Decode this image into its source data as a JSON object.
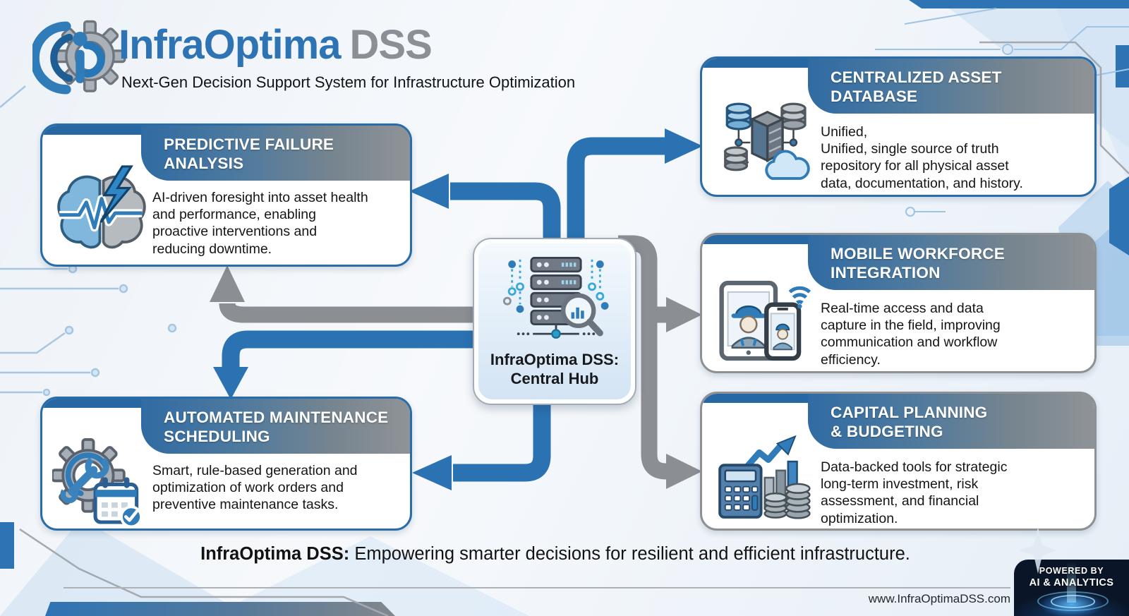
{
  "header": {
    "brand": "InfraOptima",
    "brand_suffix": "DSS",
    "subtitle": "Next-Gen Decision Support System for Infrastructure Optimization",
    "logo": "infraoptima-gear-logo"
  },
  "hub": {
    "icon": "server-analytics-icon",
    "label": "InfraOptima DSS:\nCentral Hub"
  },
  "features": [
    {
      "id": "predictive-failure-analysis",
      "icon": "brain-lightning-icon",
      "accent": "blue",
      "title": "PREDICTIVE FAILURE\nANALYSIS",
      "body": "AI-driven foresight into asset health\nand performance, enabling\nproactive interventions and\nreducing downtime."
    },
    {
      "id": "centralized-asset-database",
      "icon": "asset-database-icon",
      "accent": "blue",
      "title": "CENTRALIZED ASSET\nDATABASE",
      "body": "Unified,\nUnified, single source of truth\nrepository for all physical asset\ndata, documentation, and history."
    },
    {
      "id": "mobile-workforce-integration",
      "icon": "mobile-devices-icon",
      "accent": "gray",
      "title": "MOBILE WORKFORCE\nINTEGRATION",
      "body": "Real-time access and data\ncapture in the field, improving\ncommunication and workflow\nefficiency."
    },
    {
      "id": "capital-planning-budgeting",
      "icon": "finance-chart-icon",
      "accent": "gray",
      "title": "CAPITAL PLANNING\n& BUDGETING",
      "body": "Data-backed tools for strategic\nlong-term investment, risk\nassessment, and financial\noptimization."
    },
    {
      "id": "automated-maintenance-scheduling",
      "icon": "gear-calendar-icon",
      "accent": "blue",
      "title": "AUTOMATED MAINTENANCE\nSCHEDULING",
      "body": "Smart, rule-based generation and\noptimization of work orders and\npreventive maintenance tasks."
    }
  ],
  "footer": {
    "tagline_brand": "InfraOptima DSS:",
    "tagline_text": "Empowering smarter decisions for resilient and efficient infrastructure.",
    "website": "www.InfraOptimaDSS.com"
  },
  "badge": {
    "line1": "POWERED BY",
    "line2": "AI & ANALYTICS"
  },
  "colors": {
    "brand_blue": "#2e74b5",
    "arrow_blue": "#2b72b2",
    "arrow_gray": "#8b8f94",
    "header_gradient_start": "#306ba3",
    "header_gradient_end": "#8f9397",
    "badge_bg": "#0a1628"
  }
}
